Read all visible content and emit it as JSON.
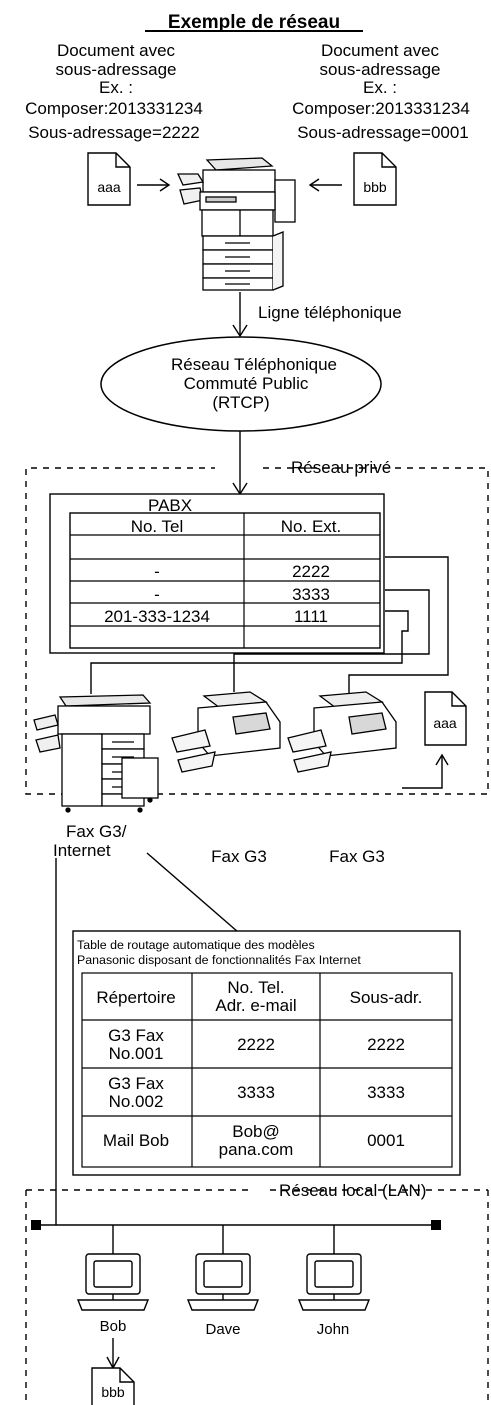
{
  "title": "Exemple de réseau",
  "senders": {
    "left": {
      "line1": "Document avec",
      "line2": "sous-adressage",
      "line3": "Ex. :",
      "dial": "Composer:2013331234",
      "subaddress": "Sous-adressage=2222",
      "doc_label": "aaa"
    },
    "right": {
      "line1": "Document avec",
      "line2": "sous-adressage",
      "line3": "Ex. :",
      "dial": "Composer:2013331234",
      "subaddress": "Sous-adressage=0001",
      "doc_label": "bbb"
    }
  },
  "phone_line_label": "Ligne téléphonique",
  "pstn": {
    "line1": "Réseau Téléphonique",
    "line2": "Commuté Public",
    "line3": "(RTCP)"
  },
  "private_network_label": "Réseau privé",
  "pabx": {
    "title": "PABX",
    "headers": [
      "No. Tel",
      "No. Ext."
    ],
    "rows": [
      [
        "-",
        "2222"
      ],
      [
        "-",
        "3333"
      ],
      [
        "201-333-1234",
        "1111"
      ]
    ]
  },
  "devices": {
    "internet_fax_line1": "Fax G3/",
    "internet_fax_line2": "Internet",
    "fax1": "Fax G3",
    "fax2": "Fax G3",
    "output_doc": "aaa"
  },
  "routing_table": {
    "caption_line1": "Table de routage automatique des modèles",
    "caption_line2": "Panasonic disposant de fonctionnalités Fax Internet",
    "headers": {
      "col1": "Répertoire",
      "col2_line1": "No. Tel.",
      "col2_line2": "Adr. e-mail",
      "col3": "Sous-adr."
    },
    "rows": [
      {
        "dir1": "G3 Fax",
        "dir2": "No.001",
        "addr1": "2222",
        "addr2": "",
        "sub": "2222"
      },
      {
        "dir1": "G3 Fax",
        "dir2": "No.002",
        "addr1": "3333",
        "addr2": "",
        "sub": "3333"
      },
      {
        "dir1": "Mail Bob",
        "dir2": "",
        "addr1": "Bob@",
        "addr2": "pana.com",
        "sub": "0001"
      }
    ]
  },
  "lan": {
    "label": "Réseau local (LAN)",
    "computers": [
      "Bob",
      "Dave",
      "John"
    ],
    "received_doc": "bbb"
  }
}
